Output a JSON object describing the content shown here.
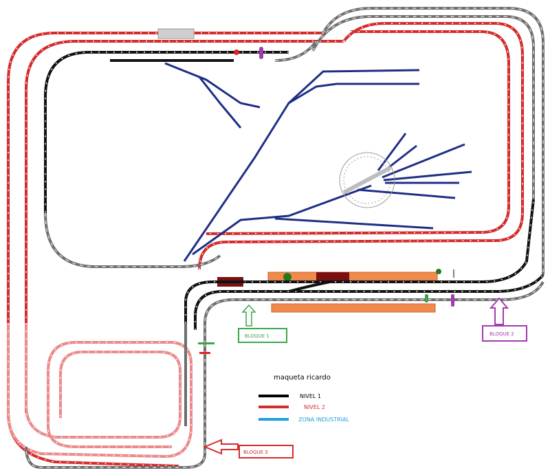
{
  "title": "maqueta ricardo",
  "legend": [
    {
      "label": "NIVEL 1",
      "color": "#000000"
    },
    {
      "label": "NIVEL 2",
      "color": "#d42b2b"
    },
    {
      "label": "ZONA INDUSTRIAL",
      "color": "#1ea0dc"
    }
  ],
  "blocks": [
    {
      "label": "BLOQUE 1",
      "color": "#3aa648"
    },
    {
      "label": "BLOQUE 2",
      "color": "#a23ab0"
    },
    {
      "label": "BLOQUE 3",
      "color": "#d42b2b"
    }
  ],
  "colors": {
    "level1": "#111111",
    "level1_grey": "#7a7a7a",
    "level2": "#d42b2b",
    "level2_light": "#eb8a8a",
    "industrial": "#1f2e86",
    "platform": "#f08a4c",
    "building": "#7a1010"
  }
}
